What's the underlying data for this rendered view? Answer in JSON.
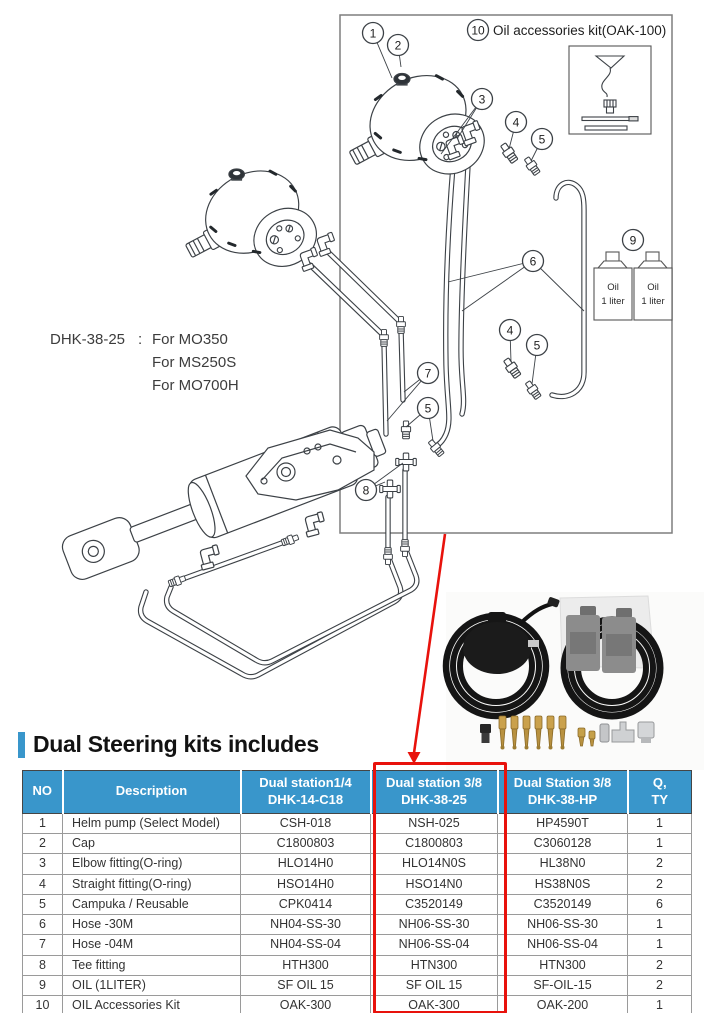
{
  "colors": {
    "accent_blue": "#3996cb",
    "accent_red": "#e8120c"
  },
  "diagram": {
    "kit_label": {
      "num": "10",
      "text": "Oil accessories kit(OAK-100)"
    },
    "callouts": [
      "1",
      "2",
      "3",
      "4",
      "5",
      "6",
      "4",
      "5",
      "7",
      "5",
      "8",
      "9"
    ],
    "bottle": {
      "line1": "Oil",
      "line2": "1 liter"
    },
    "model_note": {
      "model": "DHK-38-25",
      "sep": ":",
      "lines": [
        "For MO350",
        "For MS250S",
        "For MO700H"
      ]
    }
  },
  "section": {
    "heading": "Dual Steering kits includes"
  },
  "table": {
    "headers": [
      {
        "line1": "NO",
        "line2": ""
      },
      {
        "line1": "Description",
        "line2": ""
      },
      {
        "line1": "Dual station1/4",
        "line2": "DHK-14-C18"
      },
      {
        "line1": "Dual station 3/8",
        "line2": "DHK-38-25"
      },
      {
        "line1": "Dual Station 3/8",
        "line2": "DHK-38-HP"
      },
      {
        "line1": "Q,",
        "line2": "TY"
      }
    ],
    "rows": [
      [
        "1",
        "Helm pump (Select Model)",
        "CSH-018",
        "NSH-025",
        "HP4590T",
        "1"
      ],
      [
        "2",
        "Cap",
        "C1800803",
        "C1800803",
        "C3060128",
        "1"
      ],
      [
        "3",
        "Elbow fitting(O-ring)",
        "HLO14H0",
        "HLO14N0S",
        "HL38N0",
        "2"
      ],
      [
        "4",
        "Straight fitting(O-ring)",
        "HSO14H0",
        "HSO14N0",
        "HS38N0S",
        "2"
      ],
      [
        "5",
        "Campuka / Reusable",
        "CPK0414",
        "C3520149",
        "C3520149",
        "6"
      ],
      [
        "6",
        "Hose -30M",
        "NH04-SS-30",
        "NH06-SS-30",
        "NH06-SS-30",
        "1"
      ],
      [
        "7",
        "Hose -04M",
        "NH04-SS-04",
        "NH06-SS-04",
        "NH06-SS-04",
        "1"
      ],
      [
        "8",
        "Tee fitting",
        "HTH300",
        "HTN300",
        "HTN300",
        "2"
      ],
      [
        "9",
        "OIL (1LITER)",
        "SF OIL 15",
        "SF OIL 15",
        "SF-OIL-15",
        "2"
      ],
      [
        "10",
        "OIL Accessories Kit",
        "OAK-300",
        "OAK-300",
        "OAK-200",
        "1"
      ]
    ]
  }
}
